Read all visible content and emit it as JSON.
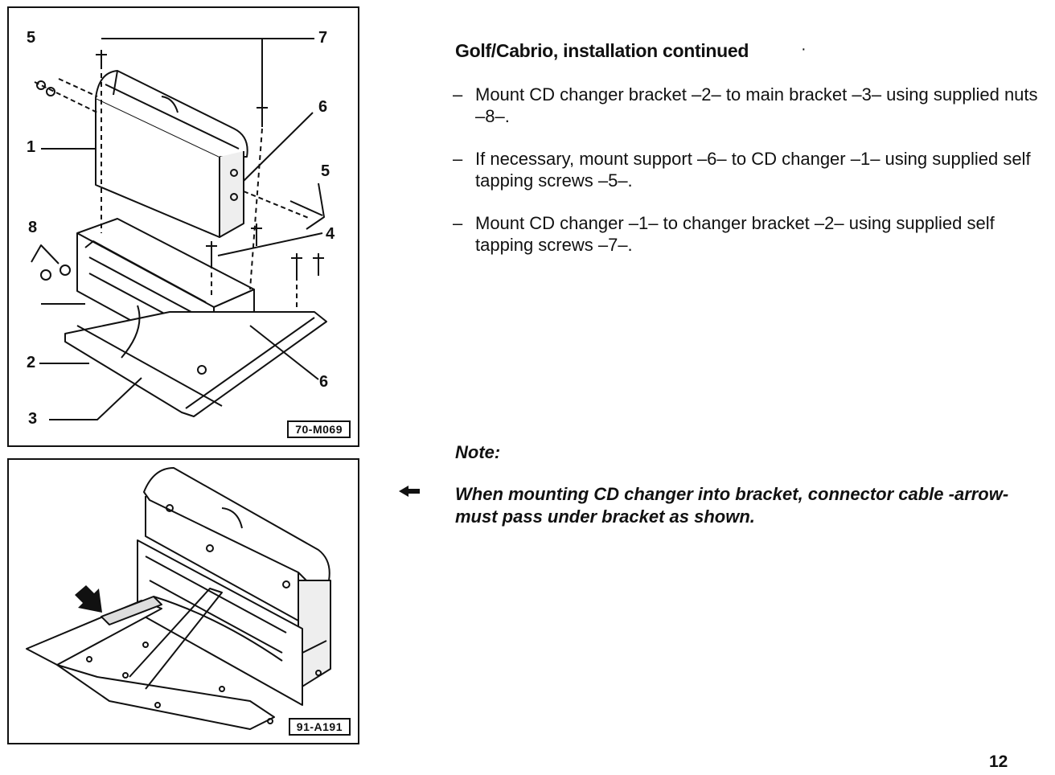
{
  "figure1": {
    "code": "70-M069",
    "callouts": {
      "c1": "1",
      "c2": "2",
      "c3": "3",
      "c4": "4",
      "c5a": "5",
      "c5b": "5",
      "c6a": "6",
      "c6b": "6",
      "c7": "7",
      "c8": "8"
    }
  },
  "figure2": {
    "code": "91-A191"
  },
  "title": "Golf/Cabrio, installation continued",
  "title_dot": "·",
  "steps": [
    {
      "dash": "–",
      "text": "Mount CD changer bracket –2– to main bracket –3– using supplied nuts –8–."
    },
    {
      "dash": "–",
      "text": "If necessary, mount support –6– to CD changer –1– using supplied self tapping screws –5–."
    },
    {
      "dash": "–",
      "text": "Mount CD changer –1– to changer bracket –2– using supplied self tapping screws –7–."
    }
  ],
  "note": {
    "title": "Note:",
    "text": "When mounting CD changer into bracket, connector cable -arrow- must pass under bracket as shown."
  },
  "page_number": "12"
}
